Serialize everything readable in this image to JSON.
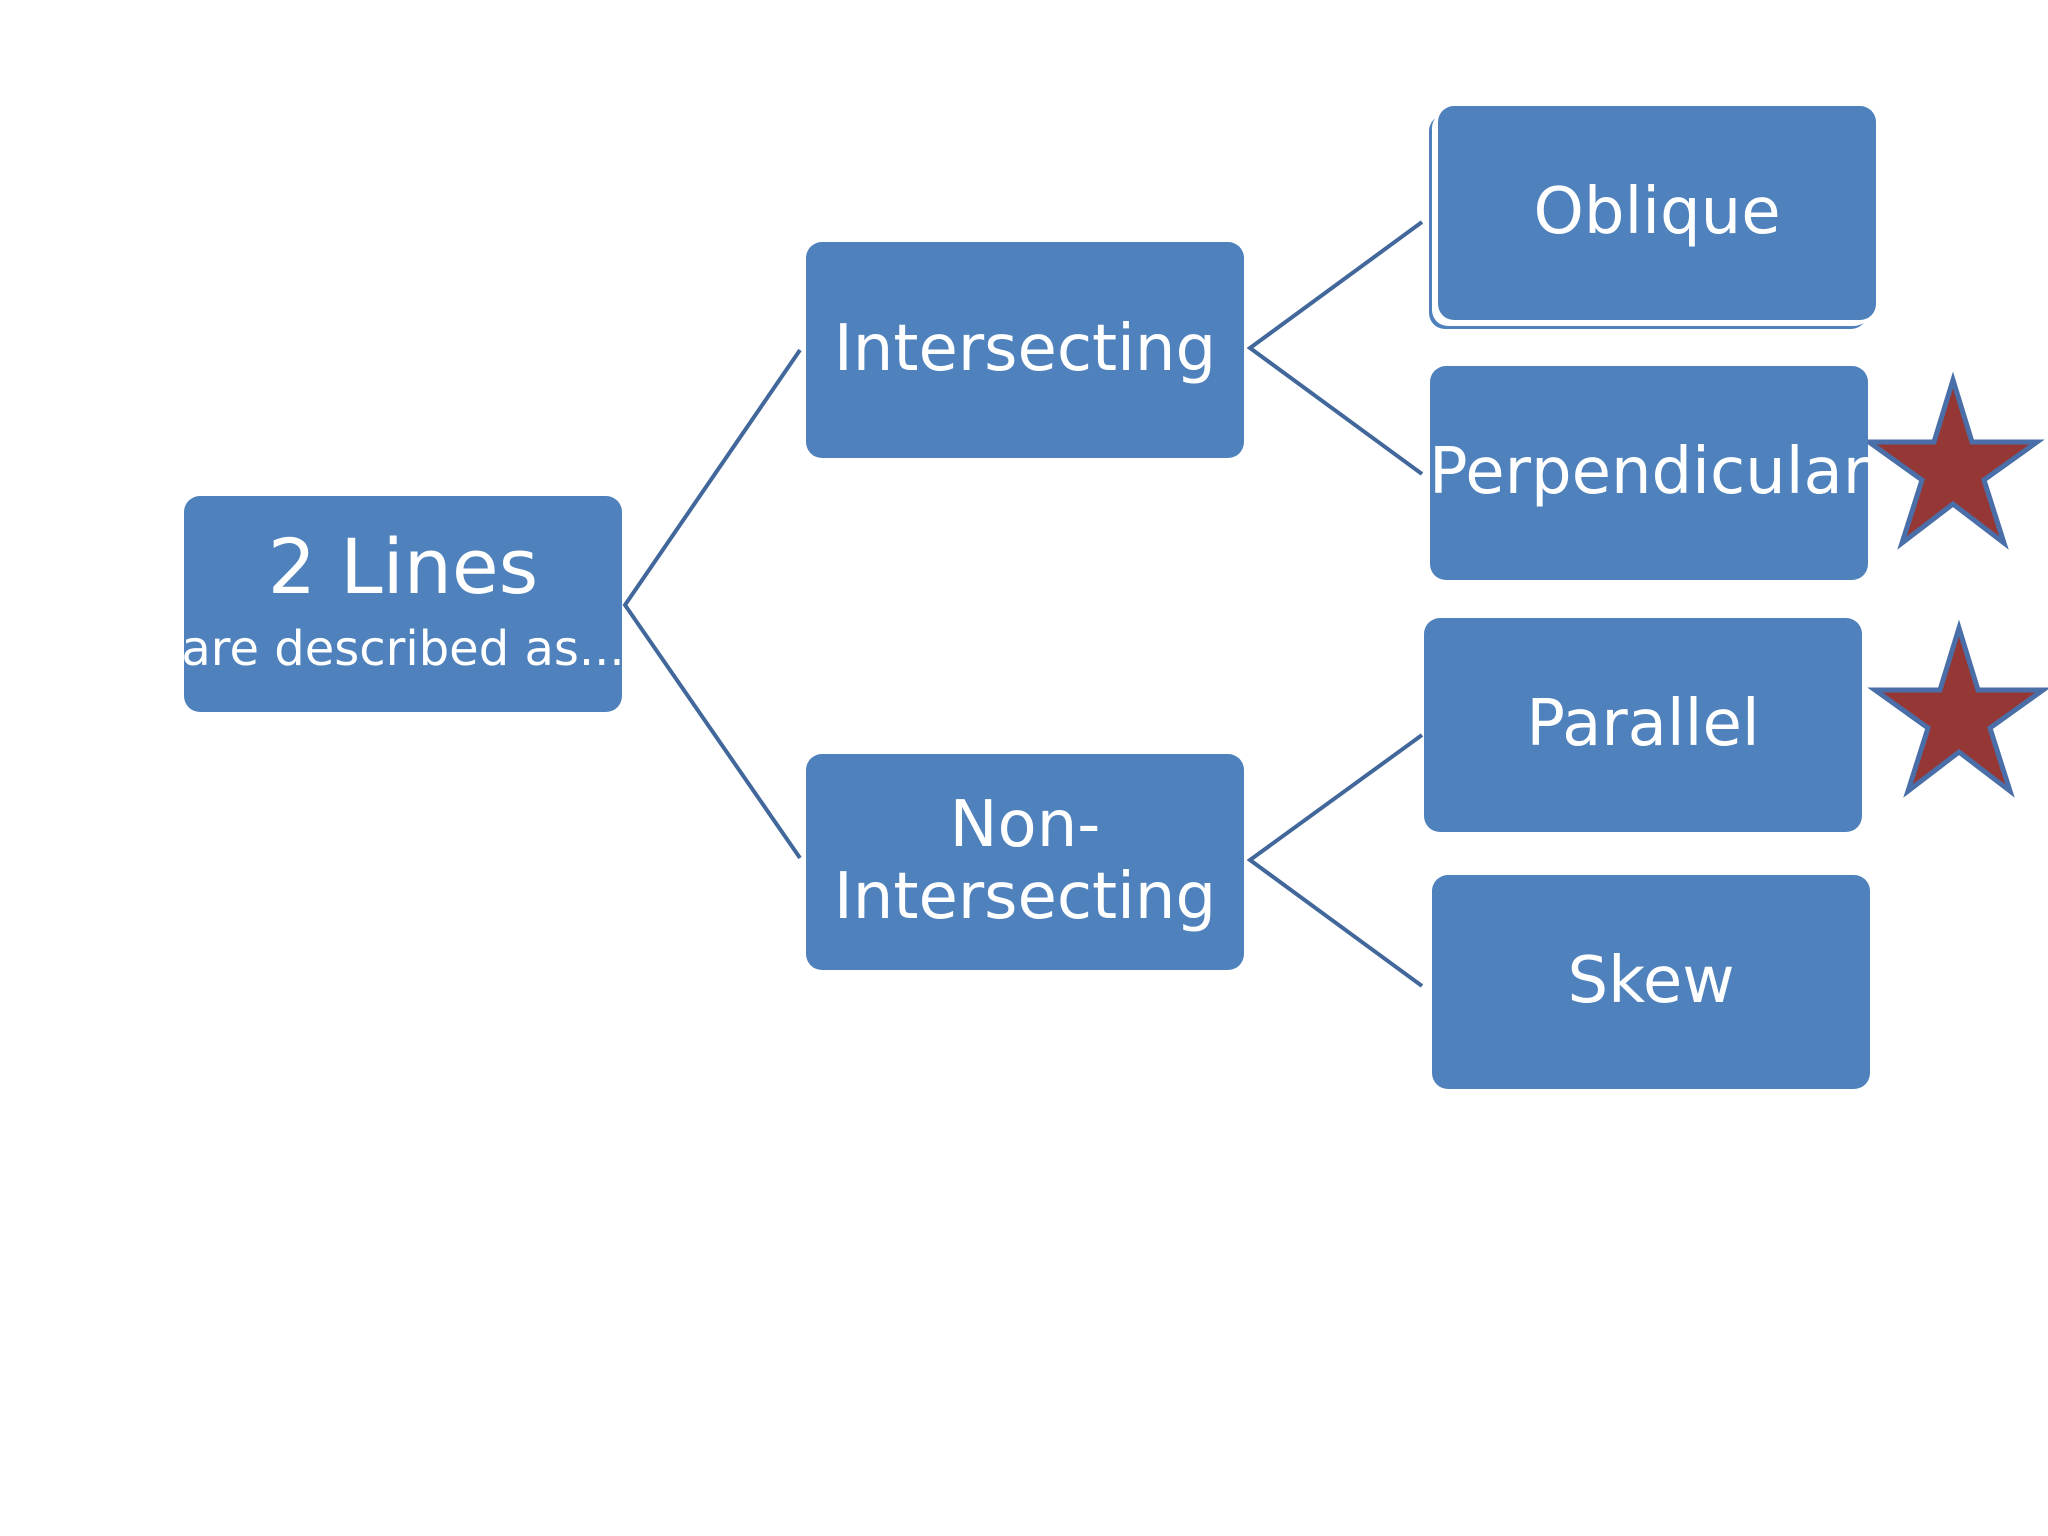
{
  "diagram": {
    "root": {
      "title": "2 Lines",
      "subtitle": "are described as..."
    },
    "branches": [
      {
        "label": "Intersecting",
        "children": [
          {
            "label": "Oblique",
            "starred": false
          },
          {
            "label": "Perpendicular",
            "starred": true
          }
        ]
      },
      {
        "label_line1": "Non-",
        "label_line2": "Intersecting",
        "children": [
          {
            "label": "Parallel",
            "starred": true
          },
          {
            "label": "Skew",
            "starred": false
          }
        ]
      }
    ]
  },
  "colors": {
    "node_fill": "#4f81bd",
    "node_text": "#ffffff",
    "connector": "#41679b",
    "star_fill": "#953735",
    "star_outline": "#4a6ea8"
  }
}
